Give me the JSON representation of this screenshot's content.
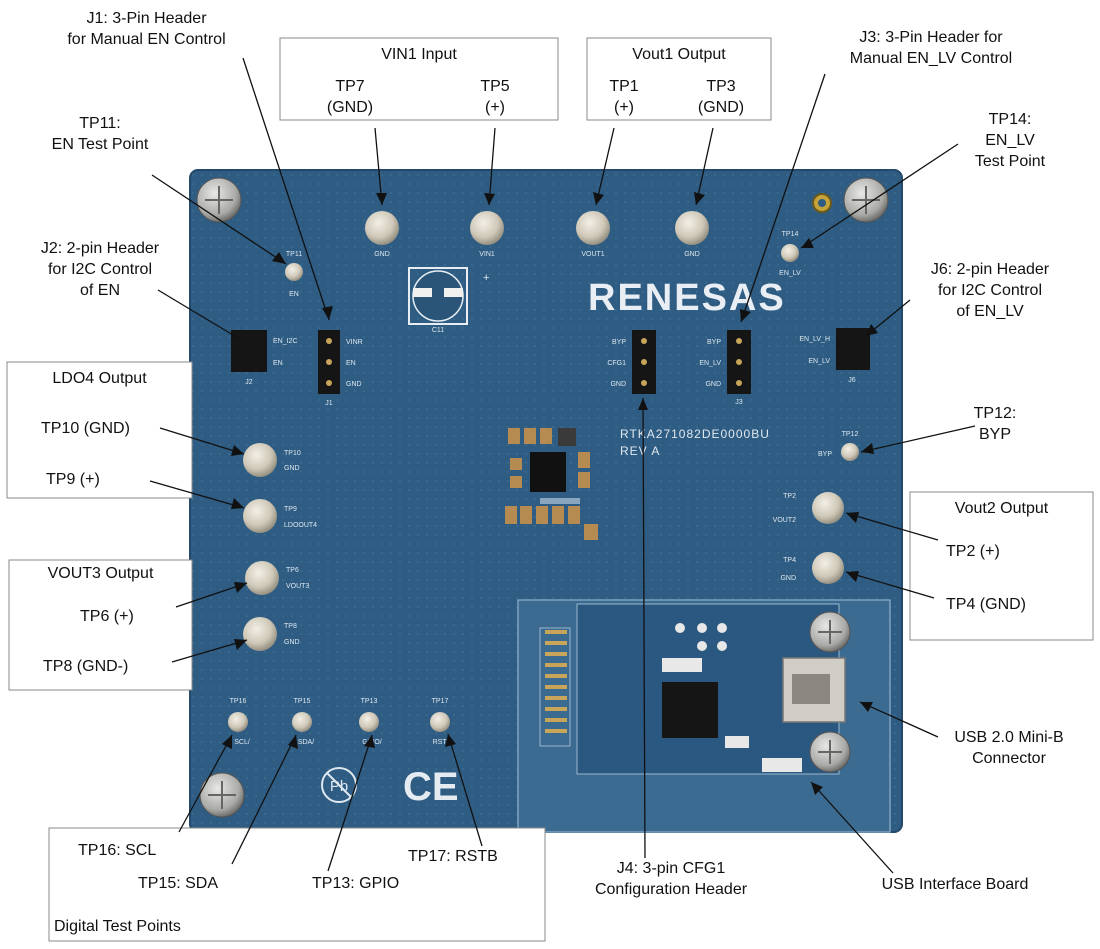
{
  "board": {
    "logo": "RENESAS",
    "part": "RTKA271082DE0000BU",
    "rev": "REV A",
    "silk": {
      "gnd": "GND",
      "vin1": "VIN1",
      "vout1": "VOUT1",
      "en": "EN",
      "en_lv": "EN_LV",
      "en_i2c": "EN_I2C",
      "vinr": "VINR",
      "byp": "BYP",
      "cfg1": "CFG1",
      "en_lv_h": "EN_LV_H",
      "tp10": "TP10",
      "tp9": "TP9",
      "ldoout4": "LDOOUT4",
      "tp6": "TP6",
      "vout3": "VOUT3",
      "tp8": "TP8",
      "tp2": "TP2",
      "vout2": "VOUT2",
      "tp4": "TP4",
      "tp12": "TP12",
      "tp14": "TP14",
      "tp11": "TP11",
      "tp16": "TP16",
      "tp15": "TP15",
      "tp13": "TP13",
      "tp17": "TP17",
      "scl": "SCL/",
      "sda": "SDA/",
      "gpio": "GPIO/",
      "rstb": "RSTB",
      "j1": "J1",
      "j2": "J2",
      "j3": "J3",
      "j6": "J6",
      "c11": "C11"
    }
  },
  "callouts": {
    "j1": [
      "J1:  3-Pin Header",
      "for Manual  EN Control"
    ],
    "tp11": [
      "TP11:",
      "EN Test Point"
    ],
    "j2": [
      "J2:  2-pin Header",
      "for I2C Control",
      "of EN"
    ],
    "vin1_title": "VIN1 Input",
    "tp7": [
      "TP7",
      "(GND)"
    ],
    "tp5": [
      "TP5",
      "(+)"
    ],
    "vout1_title": "Vout1  Output",
    "tp1": [
      "TP1",
      "(+)"
    ],
    "tp3": [
      "TP3",
      "(GND)"
    ],
    "j3": [
      "J3:  3-Pin Header for",
      "Manual  EN_LV Control"
    ],
    "tp14": [
      "TP14:",
      "EN_LV",
      "Test Point"
    ],
    "j6": [
      "J6:  2-pin Header",
      "for I2C Control",
      "of EN_LV"
    ],
    "ldo4_title": "LDO4 Output",
    "tp10": "TP10  (GND)",
    "tp9": "TP9    (+)",
    "vout3_title": "VOUT3 Output",
    "tp6": "TP6  (+)",
    "tp8": "TP8  (GND-)",
    "tp12": [
      "TP12:",
      "BYP"
    ],
    "vout2_title": "Vout2  Output",
    "tp2": "TP2  (+)",
    "tp4": "TP4  (GND)",
    "usb_conn": [
      "USB 2.0 Mini-B",
      "Connector"
    ],
    "usb_board": "USB Interface Board",
    "j4": [
      "J4:  3-pin CFG1",
      "Configuration Header"
    ],
    "tp16": "TP16:  SCL",
    "tp15": "TP15:  SDA",
    "tp13": "TP13:  GPIO",
    "tp17": "TP17:  RSTB",
    "digital_title": "Digital Test Points"
  }
}
